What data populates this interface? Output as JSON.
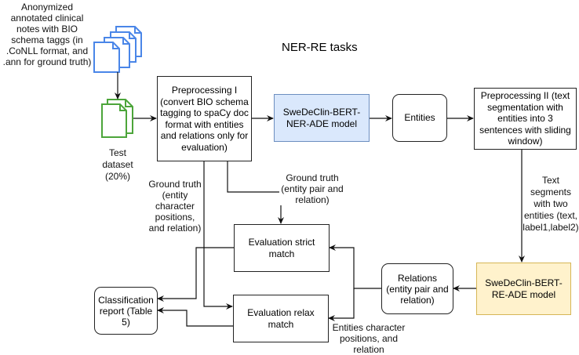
{
  "title": "NER-RE tasks",
  "colors": {
    "docs_blue": "#4a86e8",
    "docs_green": "#4ca53a",
    "ner_fill": "#dae8fc",
    "ner_border": "#6c8ebf",
    "re_fill": "#fff2cc",
    "re_border": "#d6b656",
    "line": "#111111"
  },
  "nodes": {
    "source_docs": {
      "icon": "document-stack-icon",
      "label": "Anonymized annotated clinical notes with BIO schema taggs (in .CoNLL format, and .ann for ground truth)"
    },
    "test_dataset": {
      "icon": "document-pair-icon",
      "label": "Test dataset (20%)"
    },
    "preprocessing_1": {
      "label": "Preprocessing I (convert BIO schema tagging to spaCy doc format with entities and relations only for evaluation)"
    },
    "ner_model": {
      "label": "SweDeClin-BERT-NER-ADE model"
    },
    "entities": {
      "label": "Entities"
    },
    "preprocessing_2": {
      "label": "Preprocessing II (text segmentation with entities into 3 sentences with sliding window)"
    },
    "re_model": {
      "label": "SweDeClin-BERT-RE-ADE model"
    },
    "relations": {
      "label": "Relations (entity pair and relation)"
    },
    "eval_strict": {
      "label": "Evaluation strict match"
    },
    "eval_relax": {
      "label": "Evaluation relax match"
    },
    "classification_report": {
      "label": "Classification report (Table 5)"
    }
  },
  "edge_labels": {
    "ground_truth_positions": "Ground truth (entity character positions, and relation)",
    "ground_truth_pair": "Ground truth (entity pair and relation)",
    "text_segments": "Text segments with two entities (text, label1,label2)",
    "entities_positions": "Entities character positions, and relation"
  }
}
